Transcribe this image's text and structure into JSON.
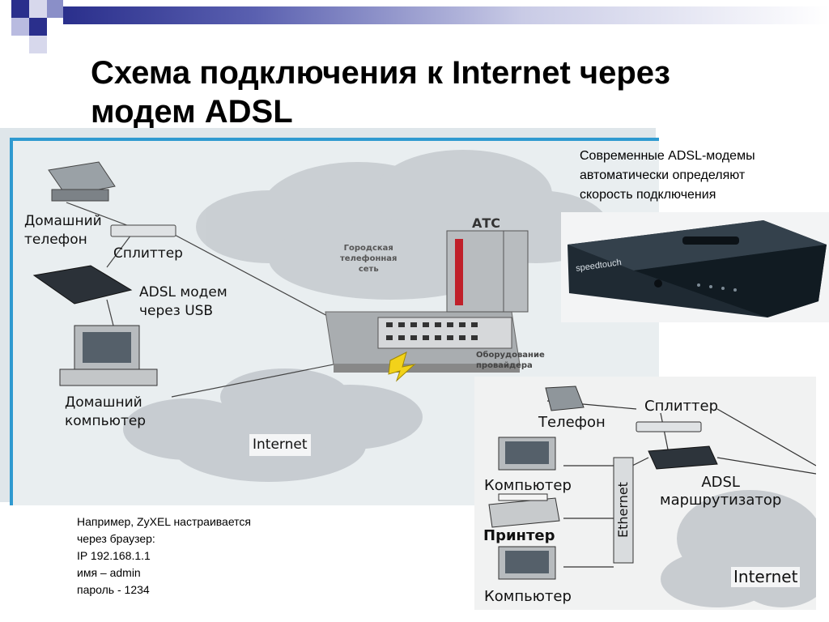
{
  "slide": {
    "title_line1": "Схема подключения к Internet через",
    "title_line2": "модем ADSL"
  },
  "main_diagram": {
    "home_phone": [
      "Домашний",
      "телефон"
    ],
    "splitter": "Сплиттер",
    "adsl_modem": [
      "ADSL модем",
      "через USB"
    ],
    "home_computer": [
      "Домашний",
      "компьютер"
    ],
    "city_network": [
      "Городская",
      "телефонная",
      "сеть"
    ],
    "ats": "АТС",
    "provider_equipment": [
      "Оборудование",
      "провайдера"
    ],
    "internet": "Internet"
  },
  "modem_photo": {
    "caption": [
      "Современные ADSL-модемы",
      "автоматически определяют",
      "скорость подключения"
    ],
    "brand": "speedtouch"
  },
  "config_note": [
    "Например, ZyXEL настраивается",
    "через браузер:",
    "IP 192.168.1.1",
    "имя – admin",
    "пароль - 1234"
  ],
  "router_diagram": {
    "phone": "Телефон",
    "splitter": "Сплиттер",
    "computer_1": "Компьютер",
    "printer": "Принтер",
    "computer_2": "Компьютер",
    "ethernet": "Ethernet",
    "adsl_router": [
      "ADSL",
      "маршрутизатор"
    ],
    "internet": "Internet"
  },
  "colors": {
    "accent_dark": "#2a2f8c",
    "frame_blue": "#2f9ad0",
    "ats_red": "#c0202a"
  }
}
